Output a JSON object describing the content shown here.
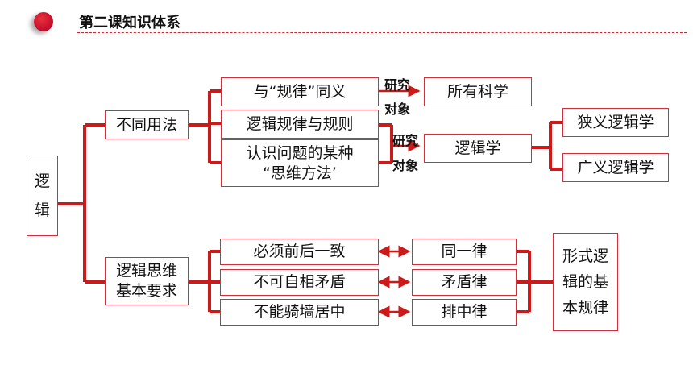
{
  "header": {
    "title": "第二课知识体系"
  },
  "nodes": {
    "root": "逻\n辑",
    "usage": "不同用法",
    "law": "与“规律”同义",
    "rules": "逻辑规律与规则",
    "method": "认识问题的某种\n“思维方法’",
    "science": "所有科学",
    "logic": "逻辑学",
    "narrow": "狭义逻辑学",
    "broad": "广义逻辑学",
    "thinking": "逻辑思维\n基本要求",
    "consistent": "必须前后一致",
    "noncontra": "不可自相矛盾",
    "nomiddle": "不能骑墙居中",
    "identity": "同一律",
    "contradiction": "矛盾律",
    "excluded": "排中律",
    "formal": "形式逻\n辑的基\n本规律"
  },
  "labels": {
    "study1a": "研究",
    "study1b": "对象",
    "study2a": "研究",
    "study2b": "对象"
  },
  "colors": {
    "accent": "#d0303a",
    "line": "#cc1a1a",
    "text": "#111111"
  }
}
